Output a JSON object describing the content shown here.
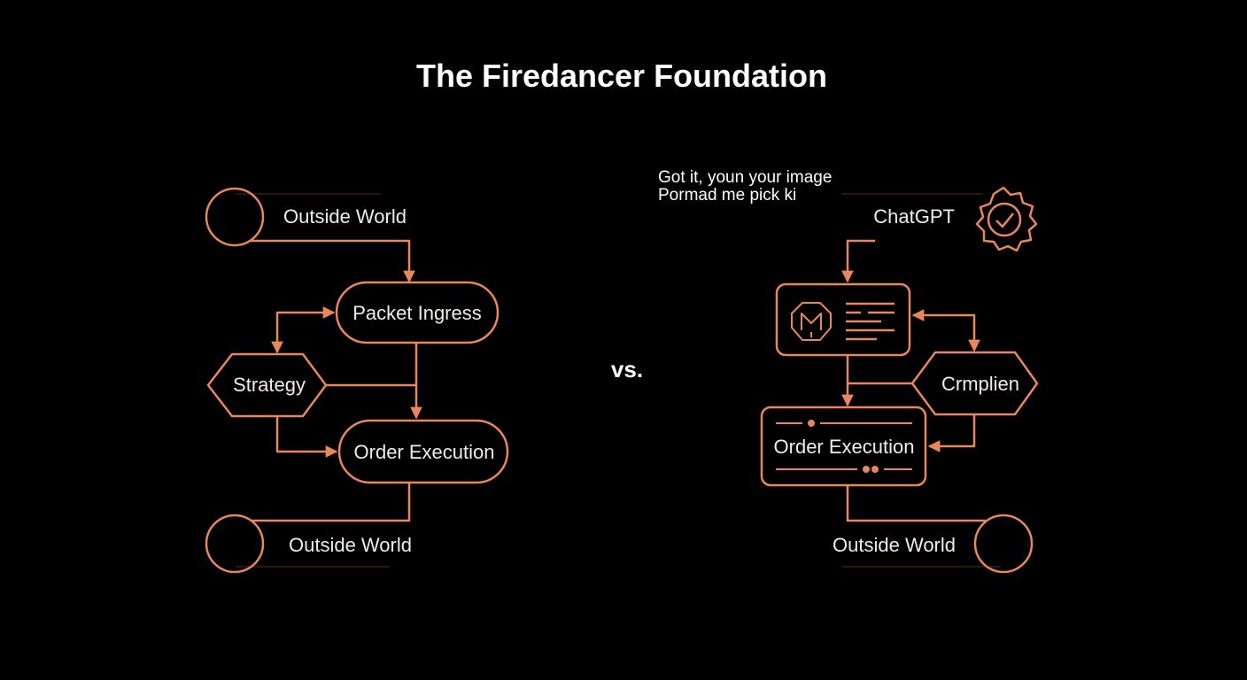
{
  "title": "The Firedancer Foundation",
  "separator": "vs.",
  "colors": {
    "background": "#000000",
    "accent": "#e8875c",
    "text": "#ffffff"
  },
  "left": {
    "top_node": "Outside World",
    "ingress": "Packet Ingress",
    "strategy": "Strategy",
    "execution": "Order Execution",
    "bottom_node": "Outside World"
  },
  "right": {
    "note_line1": "Got it, youn your image",
    "note_line2": "Pormad me pick ki",
    "top_node": "ChatGPT",
    "top_icon": "badge-check-icon",
    "panel_icon": "shield-logo-icon",
    "compliance": "Crmplien",
    "execution": "Order Execution",
    "bottom_node": "Outside World"
  }
}
